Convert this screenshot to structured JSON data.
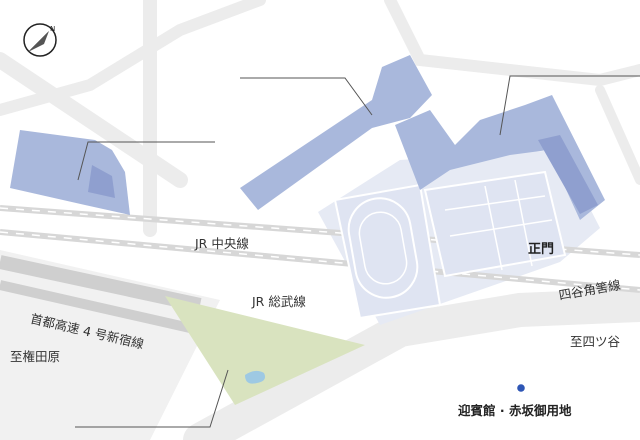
{
  "labels": {
    "jr_chuo": "JR 中央線",
    "jr_sobu": "JR 総武線",
    "expressway": "首都高速 4 号新宿線",
    "to_gondawara": "至権田原",
    "to_yotsuya": "至四ツ谷",
    "yotsuya_kaido": "四谷角筈線",
    "main_gate": "正門",
    "geihinkan": "迎賓館 · 赤坂御用地"
  },
  "icons": {
    "compass": "north-compass-icon",
    "poi": "dot-marker-icon"
  },
  "colors": {
    "building": "#a9b8dc",
    "building_dark": "#8f9fcf",
    "campus": "#e6eaf4",
    "field": "#dfe4f2",
    "road": "#ececec",
    "rail": "#d7d7d7",
    "expressway": "#cfcfcf",
    "park": "#d9e3bf",
    "pond": "#9ec9e3",
    "leader": "#555555",
    "poi_dot": "#2e56b5"
  }
}
